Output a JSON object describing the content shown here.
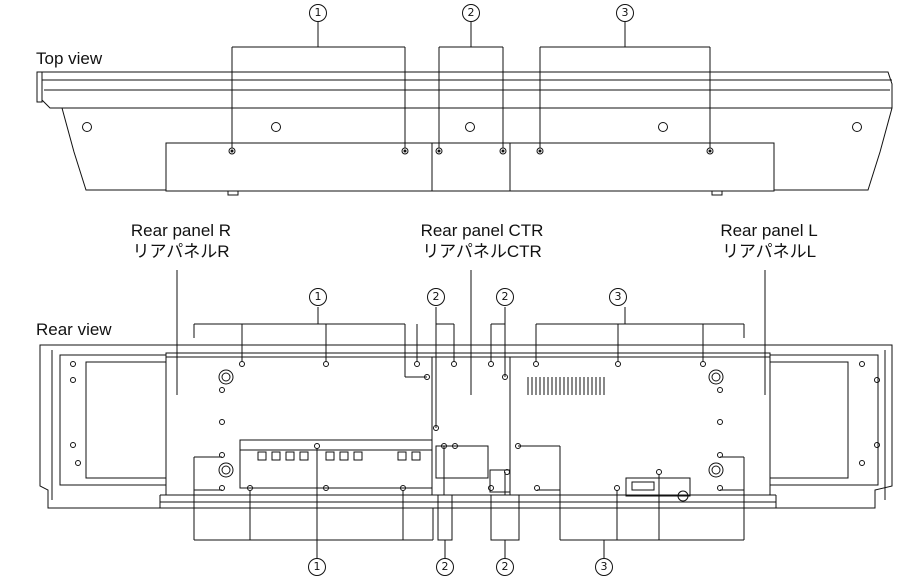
{
  "views": {
    "top": "Top view",
    "rear": "Rear view"
  },
  "panels": {
    "r": {
      "en": "Rear panel R",
      "ja": "リアパネルR"
    },
    "ctr": {
      "en": "Rear panel CTR",
      "ja": "リアパネルCTR"
    },
    "l": {
      "en": "Rear panel L",
      "ja": "リアパネルL"
    }
  },
  "callouts": {
    "n1": "1",
    "n2": "2",
    "n3": "3"
  }
}
